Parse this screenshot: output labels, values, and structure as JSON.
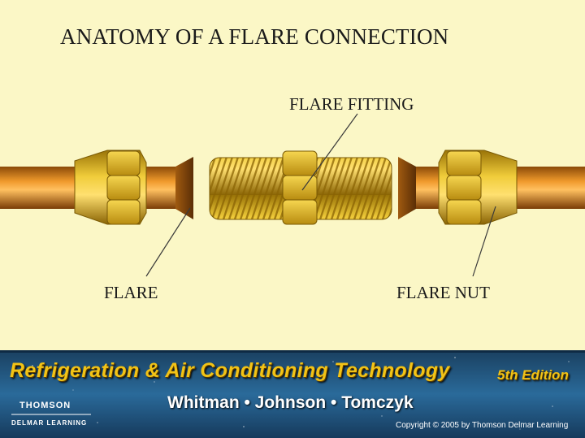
{
  "slide": {
    "title": "ANATOMY OF A FLARE CONNECTION",
    "labels": {
      "flare_fitting": "FLARE FITTING",
      "flare": "FLARE",
      "flare_nut": "FLARE NUT"
    }
  },
  "banner": {
    "book_title": "Refrigeration & Air Conditioning Technology",
    "edition": "5th Edition",
    "authors": "Whitman • Johnson • Tomczyk",
    "publisher": "THOMSON",
    "publisher_sub": "DELMAR LEARNING",
    "copyright": "Copyright © 2005 by Thomson Delmar Learning"
  },
  "colors": {
    "background": "#fbf7c6",
    "copper": "#c87014",
    "brass": "#e0b020",
    "banner": "#1f4f7a",
    "title_gold": "#f2c316"
  }
}
